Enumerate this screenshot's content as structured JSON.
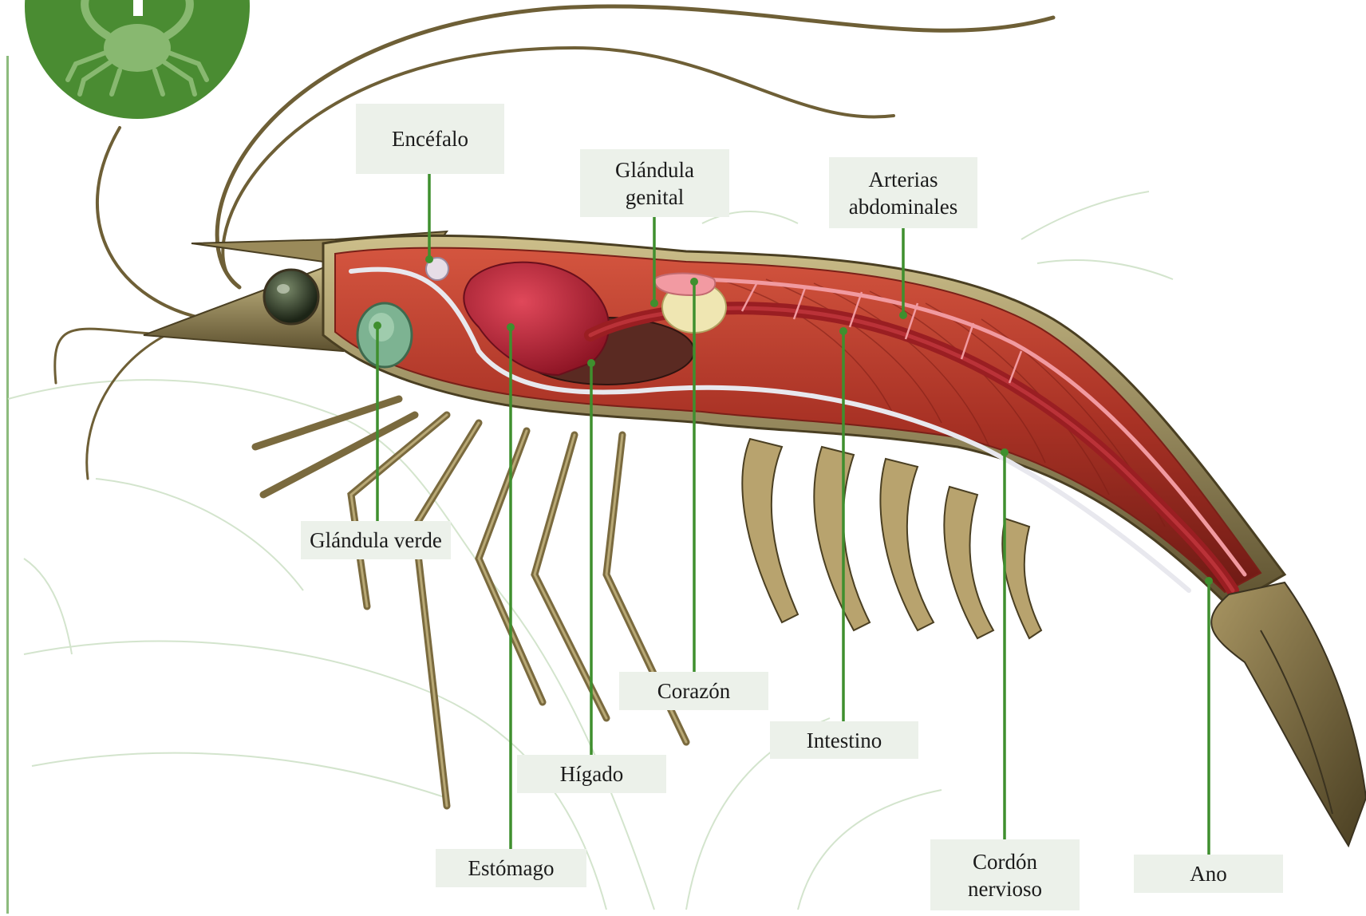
{
  "colors": {
    "leader": "#3f8f2e",
    "label_bg": "#ecf1ea",
    "badge_green": "#4a8c32",
    "muscle": "#b23a2c",
    "shell": "#8a7a50"
  },
  "badge": {
    "icon": "crab-icon"
  },
  "labels": {
    "encefalo": "Encéfalo",
    "glandula_genital": [
      "Glándula",
      "genital"
    ],
    "arterias_abdominales": [
      "Arterias",
      "abdominales"
    ],
    "glandula_verde": "Glándula verde",
    "corazon": "Corazón",
    "intestino": "Intestino",
    "higado": "Hígado",
    "estomago": "Estómago",
    "cordon_nervioso": [
      "Cordón",
      "nervioso"
    ],
    "ano": "Ano"
  }
}
